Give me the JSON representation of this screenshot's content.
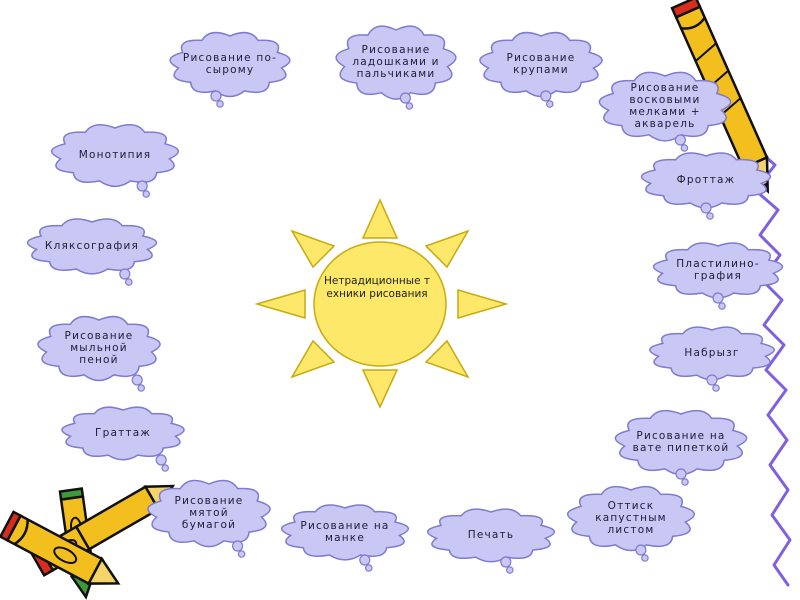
{
  "center": {
    "title": "Нетрадиционные техники рисования"
  },
  "colors": {
    "cloud_fill": "#c9c7f3",
    "cloud_stroke": "#7e7bd0",
    "sun_fill": "#fde86a",
    "sun_stroke": "#c9a90f",
    "squiggle": "#8060e0",
    "crayon_yellow": "#f2bf1f",
    "crayon_red": "#d62d1d",
    "crayon_green": "#3e9a38"
  },
  "techniques": [
    {
      "id": "po-syromu",
      "label": "Рисование по-сырому"
    },
    {
      "id": "ladoshkami",
      "label": "Рисование ладошками и пальчиками"
    },
    {
      "id": "krupami",
      "label": "Рисование крупами"
    },
    {
      "id": "voskovymi",
      "label": "Рисование восковыми мелками + акварель"
    },
    {
      "id": "monotipiya",
      "label": "Монотипия"
    },
    {
      "id": "frottazh",
      "label": "Фроттаж"
    },
    {
      "id": "klyaksografiya",
      "label": "Кляксография"
    },
    {
      "id": "plastilinografiya",
      "label": "Пластилино-графия"
    },
    {
      "id": "mylnoy-penoy",
      "label": "Рисование мыльной пеной"
    },
    {
      "id": "nabryzg",
      "label": "Набрызг"
    },
    {
      "id": "grattazh",
      "label": "Граттаж"
    },
    {
      "id": "na-vate",
      "label": "Рисование на вате пипеткой"
    },
    {
      "id": "myatoy-bumagoy",
      "label": "Рисование мятой бумагой"
    },
    {
      "id": "na-manke",
      "label": "Рисование на манке"
    },
    {
      "id": "pechat",
      "label": "Печать"
    },
    {
      "id": "ottisk",
      "label": "Оттиск капустным листом"
    }
  ]
}
